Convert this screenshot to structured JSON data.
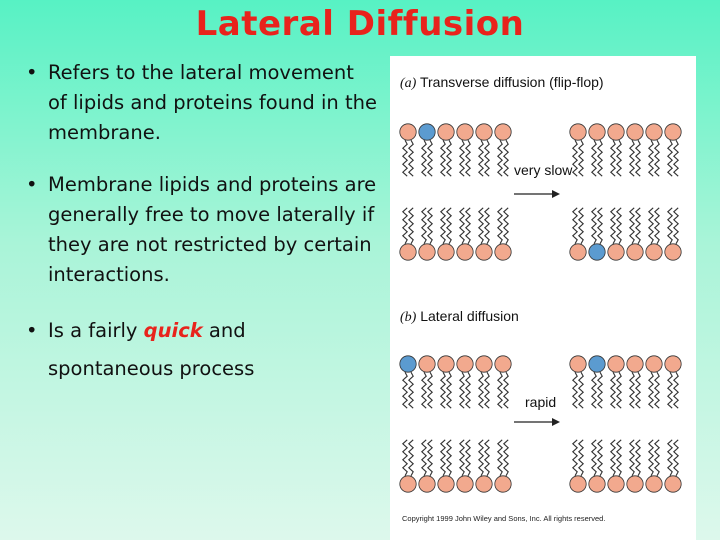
{
  "slide": {
    "title": "Lateral Diffusion",
    "bullets": [
      "Refers to the lateral movement of lipids and proteins found in the membrane.",
      "Membrane lipids and proteins are generally free to move laterally if they are not restricted by certain interactions."
    ],
    "bullet3": {
      "pre": "Is a fairly ",
      "emph": "quick",
      "post": " and spontaneous process"
    },
    "bullet_glyph": "•"
  },
  "figure": {
    "panel_a": {
      "letter": "(a)",
      "caption": "Transverse diffusion (flip-flop)",
      "arrow_label": "very slow"
    },
    "panel_b": {
      "letter": "(b)",
      "caption": "Lateral diffusion",
      "arrow_label": "rapid"
    },
    "copyright": "Copyright 1999 John Wiley and Sons, Inc. All rights reserved.",
    "colors": {
      "lipid_head": "#f2a98e",
      "highlight_head": "#5b9bd0",
      "outline": "#333333"
    }
  }
}
